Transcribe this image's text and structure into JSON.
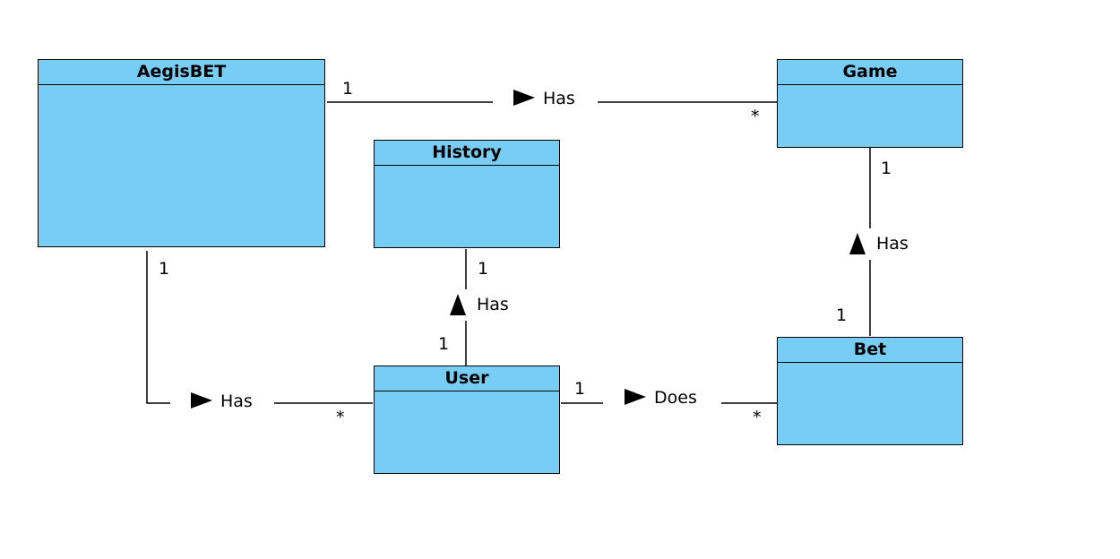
{
  "classes": {
    "aegisbet": {
      "name": "AegisBET"
    },
    "game": {
      "name": "Game"
    },
    "history": {
      "name": "History"
    },
    "user": {
      "name": "User"
    },
    "bet": {
      "name": "Bet"
    }
  },
  "associations": {
    "aegisbet_game": {
      "label": "Has",
      "source_multiplicity": "1",
      "target_multiplicity": "*"
    },
    "aegisbet_user": {
      "label": "Has",
      "source_multiplicity": "1",
      "target_multiplicity": "*"
    },
    "user_history": {
      "label": "Has",
      "source_multiplicity": "1",
      "target_multiplicity": "1"
    },
    "bet_game": {
      "label": "Has",
      "source_multiplicity": "1",
      "target_multiplicity": "1"
    },
    "user_bet": {
      "label": "Does",
      "source_multiplicity": "1",
      "target_multiplicity": "*"
    }
  },
  "colors": {
    "class_fill": "#78cdf4",
    "stroke": "#000000"
  }
}
